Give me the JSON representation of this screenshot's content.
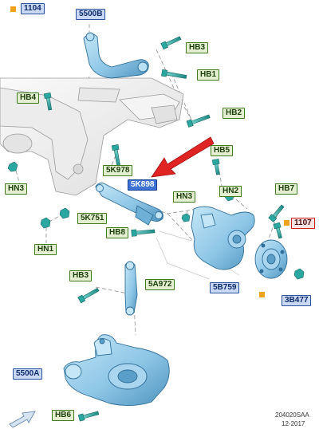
{
  "labels": {
    "c1104": "1104",
    "c5500B": "5500B",
    "cHB3a": "HB3",
    "cHB1": "HB1",
    "cHB4": "HB4",
    "cHB2": "HB2",
    "cHB5": "HB5",
    "c5K978": "5K978",
    "cHN3a": "HN3",
    "c5K898": "5K898",
    "cHN3b": "HN3",
    "cHN2": "HN2",
    "cHB7": "HB7",
    "c5K751": "5K751",
    "cHB8": "HB8",
    "c1107": "1107",
    "cHN1": "HN1",
    "cHB3b": "HB3",
    "c5A972": "5A972",
    "c5B759": "5B759",
    "c3B477": "3B477",
    "c5500A": "5500A",
    "cHB6": "HB6"
  },
  "footer": {
    "code": "204020SAA",
    "date": "12-2017"
  },
  "colors": {
    "part_blue": "#8ec6e6",
    "part_blue_dark": "#2f6f9a",
    "bolt_teal": "#2aa7a0",
    "arrow_red": "#e02424",
    "marker_orange": "#f0a21c",
    "line_gray": "#9a9a9a"
  },
  "icons": [
    "nav-arrow-icon",
    "red-pointer-arrow-icon",
    "orange-marker-icon"
  ]
}
